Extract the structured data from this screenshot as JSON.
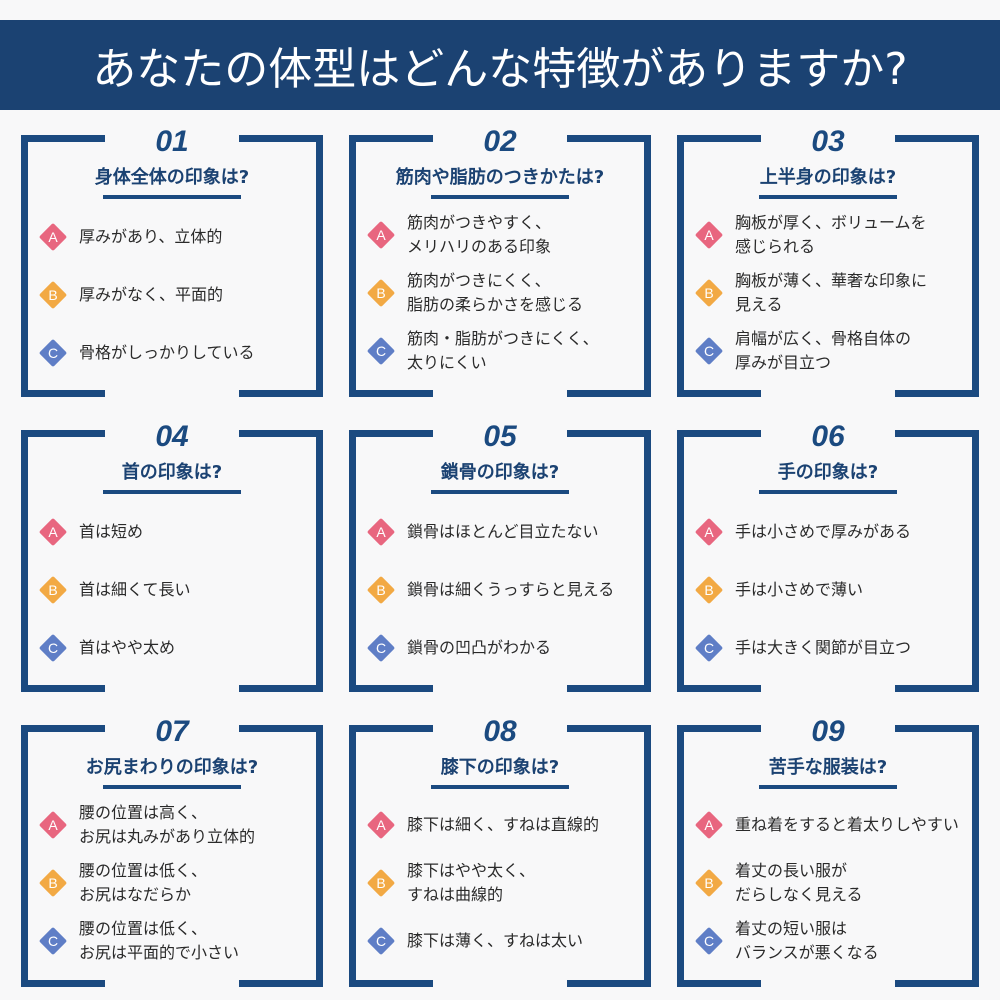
{
  "header": {
    "title": "あなたの体型はどんな特徴がありますか?"
  },
  "colors": {
    "banner": "#1b4272",
    "accent": "#1b4a80",
    "A": "#e8667f",
    "B": "#f2a944",
    "C": "#5f7ec6"
  },
  "cards": [
    {
      "num": "01",
      "title": "身体全体の印象は?",
      "options": [
        {
          "letter": "A",
          "text": "厚みがあり、立体的"
        },
        {
          "letter": "B",
          "text": "厚みがなく、平面的"
        },
        {
          "letter": "C",
          "text": "骨格がしっかりしている"
        }
      ]
    },
    {
      "num": "02",
      "title": "筋肉や脂肪のつきかたは?",
      "options": [
        {
          "letter": "A",
          "text": "筋肉がつきやすく、\nメリハリのある印象"
        },
        {
          "letter": "B",
          "text": "筋肉がつきにくく、\n脂肪の柔らかさを感じる"
        },
        {
          "letter": "C",
          "text": "筋肉・脂肪がつきにくく、\n太りにくい"
        }
      ]
    },
    {
      "num": "03",
      "title": "上半身の印象は?",
      "options": [
        {
          "letter": "A",
          "text": "胸板が厚く、ボリュームを\n感じられる"
        },
        {
          "letter": "B",
          "text": "胸板が薄く、華奢な印象に\n見える"
        },
        {
          "letter": "C",
          "text": "肩幅が広く、骨格自体の\n厚みが目立つ"
        }
      ]
    },
    {
      "num": "04",
      "title": "首の印象は?",
      "options": [
        {
          "letter": "A",
          "text": "首は短め"
        },
        {
          "letter": "B",
          "text": "首は細くて長い"
        },
        {
          "letter": "C",
          "text": "首はやや太め"
        }
      ]
    },
    {
      "num": "05",
      "title": "鎖骨の印象は?",
      "options": [
        {
          "letter": "A",
          "text": "鎖骨はほとんど目立たない"
        },
        {
          "letter": "B",
          "text": "鎖骨は細くうっすらと見える"
        },
        {
          "letter": "C",
          "text": "鎖骨の凹凸がわかる"
        }
      ]
    },
    {
      "num": "06",
      "title": "手の印象は?",
      "options": [
        {
          "letter": "A",
          "text": "手は小さめで厚みがある"
        },
        {
          "letter": "B",
          "text": "手は小さめで薄い"
        },
        {
          "letter": "C",
          "text": "手は大きく関節が目立つ"
        }
      ]
    },
    {
      "num": "07",
      "title": "お尻まわりの印象は?",
      "options": [
        {
          "letter": "A",
          "text": "腰の位置は高く、\nお尻は丸みがあり立体的"
        },
        {
          "letter": "B",
          "text": "腰の位置は低く、\nお尻はなだらか"
        },
        {
          "letter": "C",
          "text": "腰の位置は低く、\nお尻は平面的で小さい"
        }
      ]
    },
    {
      "num": "08",
      "title": "膝下の印象は?",
      "options": [
        {
          "letter": "A",
          "text": "膝下は細く、すねは直線的"
        },
        {
          "letter": "B",
          "text": "膝下はやや太く、\nすねは曲線的"
        },
        {
          "letter": "C",
          "text": "膝下は薄く、すねは太い"
        }
      ]
    },
    {
      "num": "09",
      "title": "苦手な服装は?",
      "options": [
        {
          "letter": "A",
          "text": "重ね着をすると着太りしやすい"
        },
        {
          "letter": "B",
          "text": "着丈の長い服が\nだらしなく見える"
        },
        {
          "letter": "C",
          "text": "着丈の短い服は\nバランスが悪くなる"
        }
      ]
    }
  ]
}
